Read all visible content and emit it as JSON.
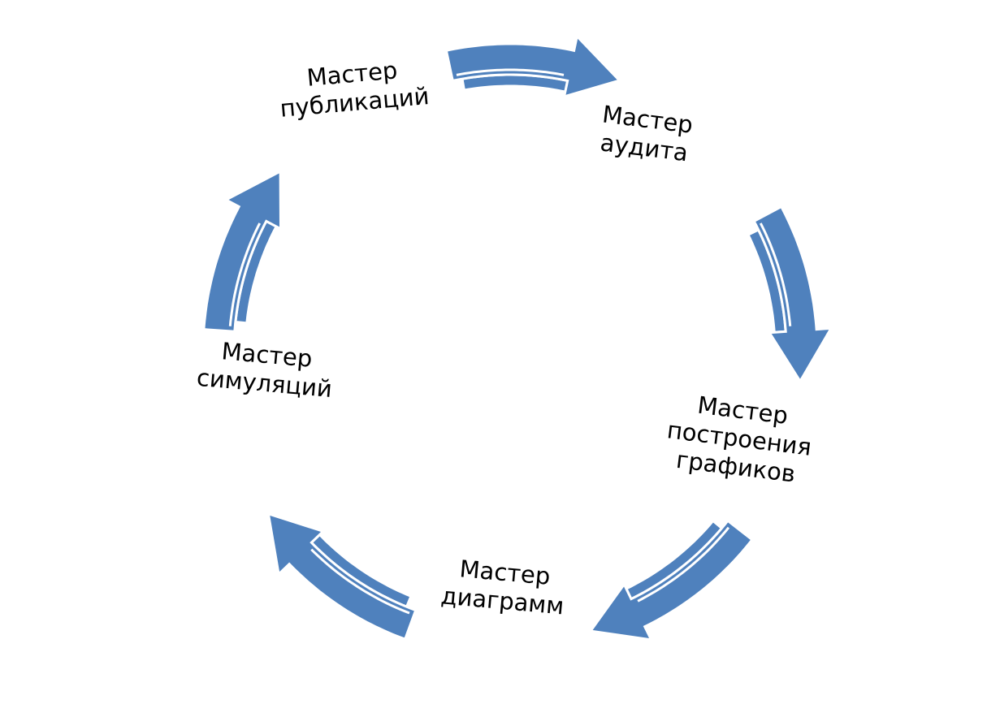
{
  "diagram": {
    "nodes": [
      {
        "id": "publications",
        "lines": [
          "Мастер",
          "публикаций"
        ]
      },
      {
        "id": "audit",
        "lines": [
          "Мастер",
          "аудита"
        ]
      },
      {
        "id": "charts",
        "lines": [
          "Мастер",
          "построения",
          "графиков"
        ]
      },
      {
        "id": "diagrams",
        "lines": [
          "Мастер",
          "диаграмм"
        ]
      },
      {
        "id": "simulations",
        "lines": [
          "Мастер",
          "симуляций"
        ]
      }
    ],
    "arrow_color": "#4f81bd",
    "flow": "clockwise"
  }
}
